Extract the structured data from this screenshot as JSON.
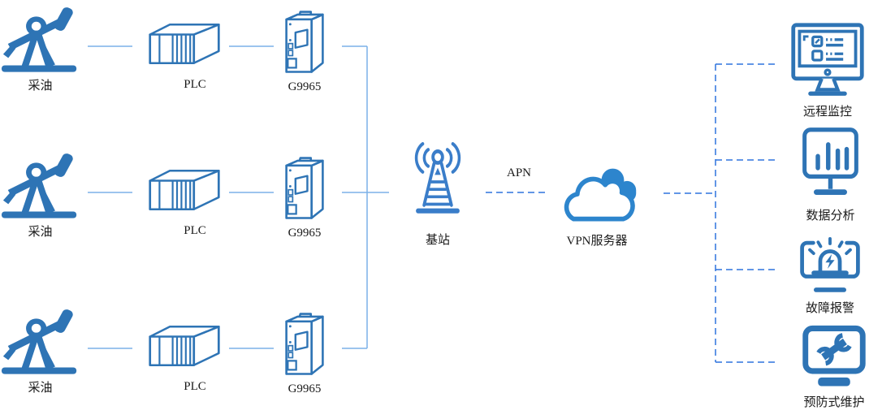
{
  "colors": {
    "icon_blue": "#2e74b5",
    "tower_blue": "#3a7dc9",
    "cloud_blue": "#2d85cd",
    "solid_connector": "#7cb1e8",
    "dashed_connector": "#2f74dd",
    "label_text": "#1a1a1a",
    "background": "#ffffff"
  },
  "diagram": {
    "field_rows": [
      {
        "pump_label": "采油",
        "plc_label": "PLC",
        "gateway_label": "G9965"
      },
      {
        "pump_label": "采油",
        "plc_label": "PLC",
        "gateway_label": "G9965"
      },
      {
        "pump_label": "采油",
        "plc_label": "PLC",
        "gateway_label": "G9965"
      }
    ],
    "base_station": {
      "label": "基站",
      "icon": "cell-tower-icon"
    },
    "apn_link": {
      "label": "APN",
      "style": "dashed"
    },
    "vpn_server": {
      "label": "VPN服务器",
      "icon": "cloud-icon"
    },
    "applications": [
      {
        "label": "远程监控",
        "icon": "monitor-checklist-icon"
      },
      {
        "label": "数据分析",
        "icon": "bar-chart-screen-icon"
      },
      {
        "label": "故障报警",
        "icon": "alarm-beacon-icon"
      },
      {
        "label": "预防式维护",
        "icon": "wrench-monitor-icon"
      }
    ]
  }
}
